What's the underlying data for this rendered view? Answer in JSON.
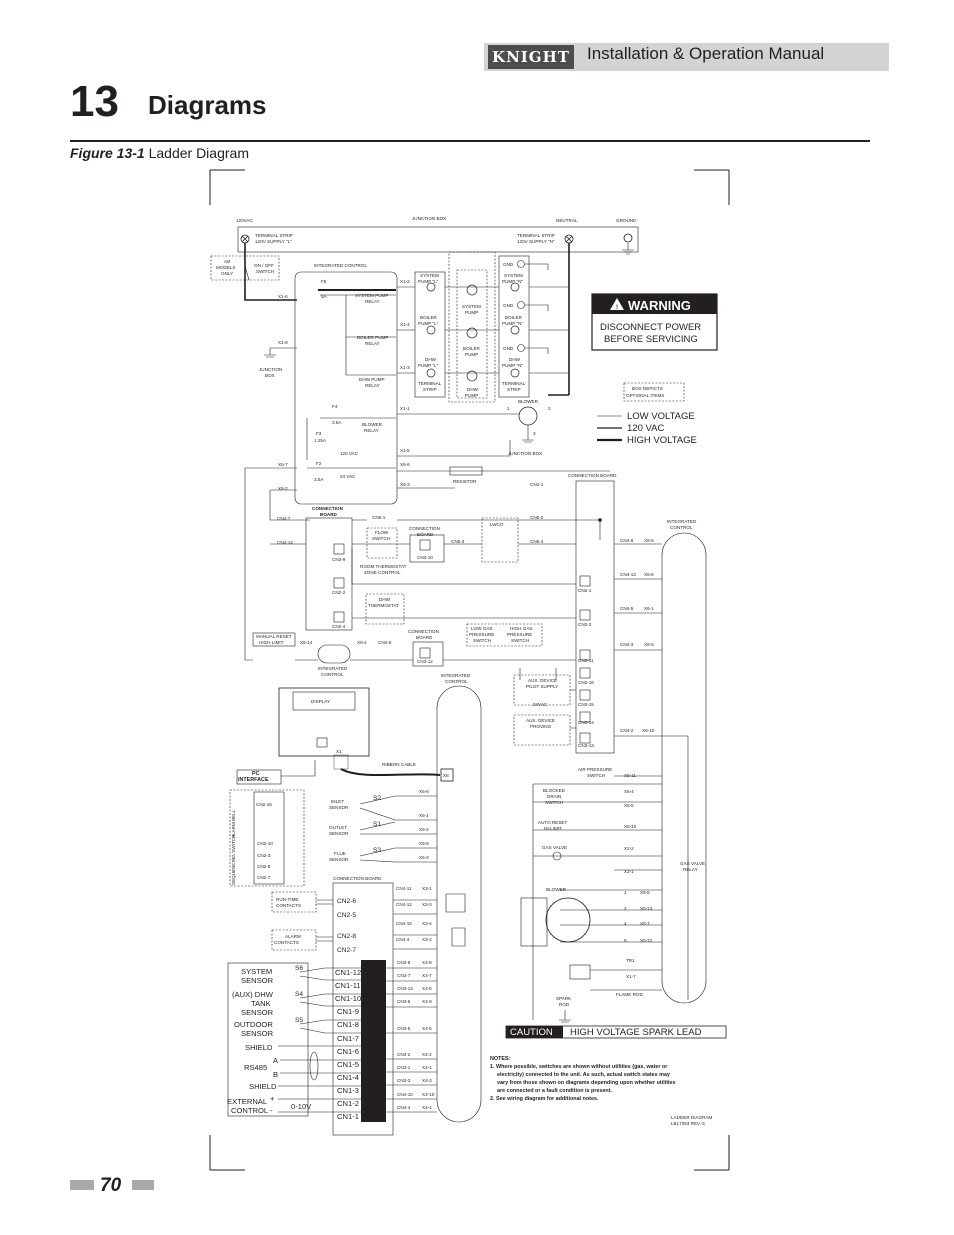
{
  "header": {
    "logo_text": "KNIGHT",
    "manual_title": "Installation & Operation Manual"
  },
  "chapter": {
    "number": "13",
    "title": "Diagrams"
  },
  "figure": {
    "number": "Figure 13-1",
    "title": "Ladder Diagram"
  },
  "page": {
    "number": "70"
  },
  "colors": {
    "header_bar": "#d1d3d4",
    "logo_bg": "#4d4d4f",
    "box_fill": "#e6e7e8",
    "dark_bar": "#808285",
    "warning_bg": "#231f20"
  },
  "warning": {
    "title": "WARNING",
    "line1": "DISCONNECT POWER",
    "line2": "BEFORE SERVICING",
    "icon": "warning-triangle-icon"
  },
  "legend": {
    "optional_box": "BOX DEPICTS OPTIONAL ITEMS",
    "low_voltage": "LOW VOLTAGE",
    "vac120": "120 VAC",
    "high_voltage": "HIGH VOLTAGE"
  },
  "caution": {
    "label": "CAUTION",
    "text": "HIGH VOLTAGE SPARK LEAD"
  },
  "top": {
    "vac120": "120VAC",
    "junction_box": "JUNCTION BOX",
    "neutral": "NEUTRAL",
    "ground": "GROUND",
    "strip_l_1": "TERMINAL STRIP",
    "strip_l_2": "120V SUPPLY \"L\"",
    "strip_n_1": "TERMINAL STRIP",
    "strip_n_2": "120V SUPPLY \"N\""
  },
  "control": {
    "ab1": "AB",
    "ab2": "MODELS",
    "ab3": "ONLY",
    "onoff1": "ON / OFF",
    "onoff2": "SWITCH",
    "integrated_control": "INTEGRATED CONTROL",
    "f5": "F5",
    "f5a": "5A",
    "x16": "X1-6",
    "x18": "X1-8",
    "sys_relay1": "SYSTEM PUMP",
    "sys_relay2": "RELAY",
    "boil_relay1": "BOILER PUMP",
    "boil_relay2": "RELAY",
    "dhw_relay1": "DHW PUMP",
    "dhw_relay2": "RELAY",
    "jb1": "JUNCTION",
    "jb2": "BOX",
    "f4": "F4",
    "f4a": "3.5A",
    "blower_relay1": "BLOWER",
    "blower_relay2": "RELAY",
    "f3": "F3",
    "f3a": "1.25A",
    "f2": "F2",
    "f2a": "3.5A",
    "vac120": "120 VAC",
    "vac24": "24 VAC",
    "x12": "X1-2",
    "x14": "X1-4",
    "x13": "X1-3",
    "x11": "X1-1",
    "x15": "X1-5",
    "x66": "X6-6",
    "x63": "X6-3",
    "x67": "X6-7",
    "x62": "X6-2",
    "resistor": "RESISTOR",
    "cn41": "CN4-1"
  },
  "pumps": {
    "sys_l1": "SYSTEM",
    "sys_l2": "PUMP \"L\"",
    "boil_l1": "BOILER",
    "boil_l2": "PUMP \"L\"",
    "dhw_l1": "DHW",
    "dhw_l2": "PUMP \"L\"",
    "ts1": "TERMINAL",
    "ts2": "STRIP",
    "sys_p1": "SYSTEM",
    "sys_p2": "PUMP",
    "boil_p1": "BOILER",
    "boil_p2": "PUMP",
    "dhw_p1": "DHW",
    "dhw_p2": "PUMP",
    "sys_n1": "SYSTEM",
    "sys_n2": "PUMP \"N\"",
    "boil_n1": "BOILER",
    "boil_n2": "PUMP \"N\"",
    "dhw_n1": "DHW",
    "dhw_n2": "PUMP \"N\"",
    "gnd": "GND",
    "blower": "BLOWER",
    "junction_box": "JUNCTION BOX",
    "p1": "1",
    "p2": "2",
    "p3": "3"
  },
  "mid": {
    "connection_board": "CONNECTION BOARD",
    "cn47": "CN4-7",
    "cn414": "CN4-14",
    "cn51": "CN5-1",
    "flow1": "FLOW",
    "flow2": "SWITCH",
    "conn1": "CONNECTION",
    "conn2": "BOARD",
    "cn310": "CN3-10",
    "cn53": "CN5-3",
    "lwco": "LWCO",
    "cn52": "CN5-2",
    "cn54": "CN5-4",
    "cn39": "CN3-9",
    "room1": "ROOM THERMOSTAT",
    "room2": "ZONE CONTROL",
    "cn22": "CN2-2",
    "dhw1": "DHW",
    "dhw2": "THERMOSTAT",
    "cn24": "CN2-4",
    "cn46": "CN4-6",
    "x69": "X6-9",
    "cn413": "CN4-13",
    "x68": "X6-8",
    "cn21": "CN2-1",
    "cn45": "CN4-5",
    "x61": "X6-1",
    "cn23": "CN2-3",
    "int1": "INTEGRATED",
    "int2": "CONTROL",
    "mr1": "MANUAL RESET",
    "mr2": "HIGH LIMIT",
    "x514": "X5-14",
    "x64": "X6-4",
    "cn49": "CN4-9",
    "cn312": "CN3-12",
    "lgp1": "LOW GAS",
    "lgp2": "PRESSURE",
    "lgp3": "SWITCH",
    "hgp1": "HIGH GAS",
    "hgp2": "PRESSURE",
    "hgp3": "SWITCH",
    "cn43": "CN4-3",
    "x65": "X6-5",
    "cn311": "CN3-11",
    "cn316": "CN3-16",
    "aux1": "AUX. DEVICE",
    "aux2": "PILOT SUPPLY",
    "vac24": "24VAC",
    "cn315": "CN3-15",
    "auxp1": "AUX. DEVICE",
    "auxp2": "PROVING",
    "cn314": "CN3-14",
    "cn42": "CN4-2",
    "x610": "X6-10",
    "cn313": "CN3-13"
  },
  "lower": {
    "display": "DISPLAY",
    "x1": "X1",
    "ribbon": "RIBBON CABLE",
    "x8": "X8",
    "pc1": "PC",
    "pc2": "INTERFACE",
    "alarm_bell": "ALARM BELL",
    "sequencing": "SEQUENCING SWITCH",
    "cn215": "CN2-15",
    "cn210": "CN2-10",
    "cn23": "CN2-3",
    "cn28": "CN2-8",
    "cn27": "CN2-7",
    "inlet1": "INLET",
    "inlet2": "SENSOR",
    "s2": "S2",
    "x58": "X5-8",
    "x51": "X5-1",
    "outlet1": "OUTLET",
    "outlet2": "SENSOR",
    "s1": "S1",
    "x52": "X5-2",
    "flue1": "FLUE",
    "flue2": "SENSOR",
    "s3": "S3",
    "x59": "X5-9",
    "x53": "X5-3",
    "connection_board": "CONNECTION BOARD",
    "rt1": "RUN-TIME",
    "rt2": "CONTACTS",
    "alarm1": "ALARM",
    "alarm2": "CONTACTS",
    "cn26": "CN2-6",
    "cn25": "CN2-5",
    "cn28b": "CN2-8",
    "cn27b": "CN2-7",
    "cn411": "CN4-11",
    "cn412": "CN4-12",
    "cn410": "CN4-10",
    "cn44": "CN4-4",
    "x31": "X3-1",
    "x33": "X3-3",
    "x34": "X3-4",
    "x32": "X3-2",
    "sys1": "SYSTEM",
    "sys2": "SENSOR",
    "s6": "S6",
    "aux1": "(AUX) DHW",
    "aux2": "TANK",
    "aux3": "SENSOR",
    "s4": "S4",
    "out1": "OUTDOOR",
    "out2": "SENSOR",
    "s5": "S5",
    "shield": "SHIELD",
    "rs485": "RS485",
    "a": "A",
    "b": "B",
    "ext1": "EXTERNAL",
    "ext2": "CONTROL",
    "v010": "0-10V",
    "plus": "+",
    "minus": "-",
    "cn1_12": "CN1-12",
    "cn1_11": "CN1-11",
    "cn1_10": "CN1-10",
    "cn1_9": "CN1-9",
    "cn1_8": "CN1-8",
    "cn1_7": "CN1-7",
    "cn1_6": "CN1-6",
    "cn1_5": "CN1-5",
    "cn1_4": "CN1-4",
    "cn1_3": "CN1-3",
    "cn1_2": "CN1-2",
    "cn1_1": "CN1-1",
    "cn38": "CN3-8",
    "cn37": "CN3-7",
    "cn36": "CN3-6",
    "cn35": "CN3-5",
    "cn34": "CN3-4",
    "cn33": "CN3-3",
    "cn32": "CN3-2",
    "cn31": "CN3-1",
    "cn313b": "CN3-13",
    "x48": "X4-8",
    "x47": "X4-7",
    "x46": "X4-6",
    "x45": "X4-5",
    "x49": "X4-9",
    "x43": "X4-3",
    "x42": "X4-2",
    "x41": "X4-1",
    "x410": "X4-10",
    "x44": "X4-4"
  },
  "right_lower": {
    "air1": "AIR PRESSURE",
    "air2": "SWITCH",
    "x511": "X5-11",
    "bd1": "BLOCKED",
    "bd2": "DRAIN",
    "bd3": "SWITCH",
    "x54": "X5-4",
    "x55": "X5-5",
    "ar1": "AUTO RESET",
    "ar2": "HI-LIMIT",
    "x510": "X5-10",
    "gas_valve": "GAS VALVE",
    "x22": "X2-2",
    "x21": "X2-1",
    "gvr1": "GAS VALVE",
    "gvr2": "RELAY",
    "blower": "BLOWER",
    "b1": "1",
    "b2": "2",
    "b4": "4",
    "b5": "5",
    "x56": "X5-6",
    "x513": "X5-13",
    "x57": "X5-7",
    "x512": "X5-12",
    "tr1": "TR1",
    "x17": "X1-7",
    "spark1": "SPARK",
    "spark2": "ROD",
    "flame": "FLAME ROD"
  },
  "notes": {
    "title": "NOTES:",
    "n1a": "1. Where possible, switches are shown without utilities (gas, water or",
    "n1b": "electricity) connected to the unit. As such, actual switch states may",
    "n1c": "vary from those shown on diagrams depending upon whether utilities",
    "n1d": "are connected or a fault condition is present.",
    "n2": "2. See wiring diagram for additional notes.",
    "doc1": "LADDER DIAGRAM",
    "doc2": "LBL7083 REV G"
  }
}
